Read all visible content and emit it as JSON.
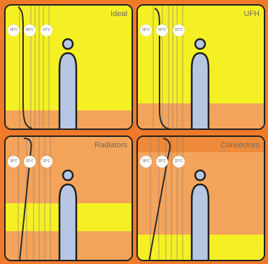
{
  "panels": [
    {
      "title": "Ideal",
      "badges": [
        "18°C",
        "20°C",
        "22°C"
      ]
    },
    {
      "title": "UFH",
      "badges": [
        "18°C",
        "20°C",
        "22°C"
      ]
    },
    {
      "title": "Radiators",
      "badges": [
        "18°C",
        "20°C",
        "22°C"
      ]
    },
    {
      "title": "Convectors",
      "badges": [
        "18°C",
        "20°C",
        "22°C"
      ]
    }
  ],
  "colors": {
    "background": "#f07a2a",
    "warm_yellow": "#f5f023",
    "warm_orange": "#f4a45a",
    "figure_fill": "#b7c6e3",
    "outline": "#1f1f1f"
  }
}
